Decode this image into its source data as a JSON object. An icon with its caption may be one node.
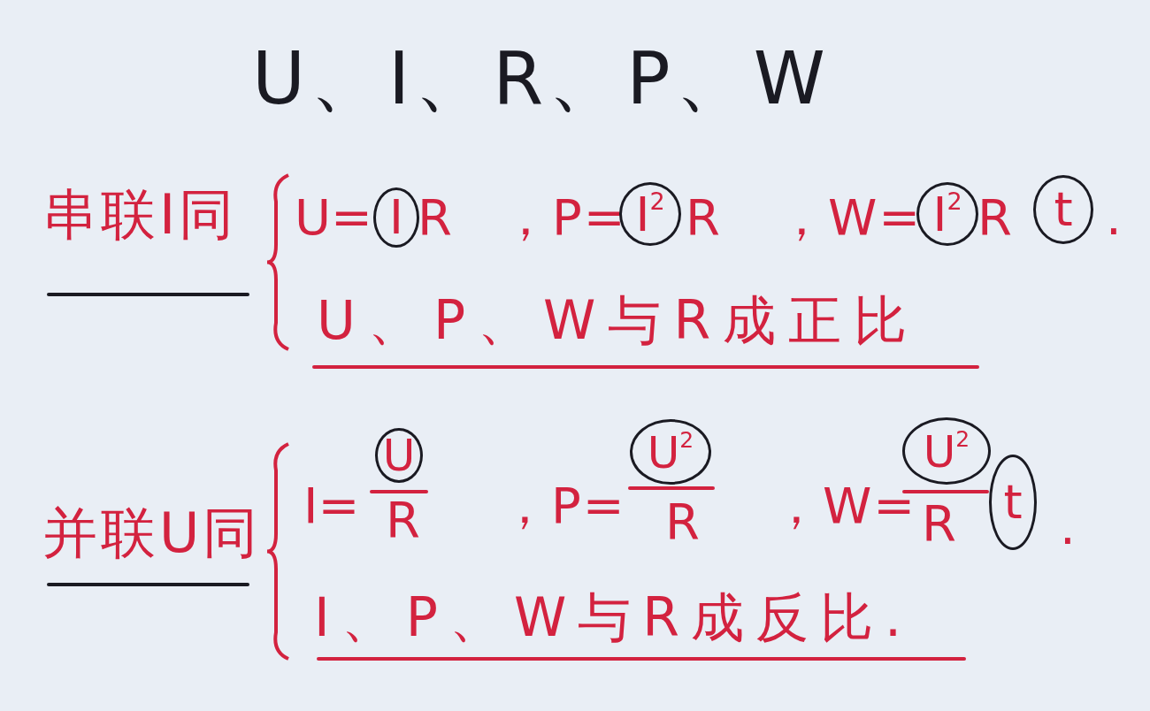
{
  "diagram": {
    "title": "U、I、R、P、W",
    "nodes": [
      {
        "text": [
          "I"
        ]
      },
      {
        "text": [
          "I$^{2}$"
        ]
      },
      {
        "text": [
          "I$^{2}$"
        ]
      },
      {
        "text": [
          "t"
        ]
      },
      {
        "text": [
          "U"
        ]
      },
      {
        "text": [
          "U$^{2}$"
        ]
      },
      {
        "text": [
          "U$^{2}$"
        ]
      },
      {
        "text": [
          "t"
        ]
      }
    ],
    "labels": [
      "串联I同",
      "U=",
      "R",
      "，P=",
      "R",
      "，W=",
      "R",
      ".",
      "U、P、W与R成正比",
      "并联U同",
      "I=",
      "R",
      "，P=",
      "R",
      "，W=",
      "R",
      ".",
      "I、P、W与R成反比."
    ]
  }
}
